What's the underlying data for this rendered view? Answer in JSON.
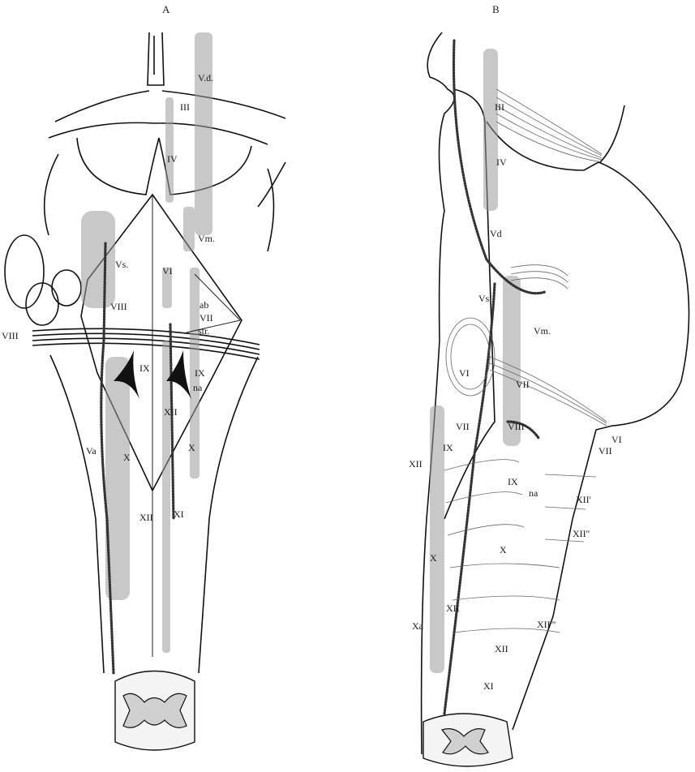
{
  "panels": {
    "a": {
      "letter": "A",
      "labels": {
        "vd": "V.d.",
        "iii": "III",
        "iv": "IV",
        "vm": "Vm.",
        "vs": "Vs.",
        "vi": "VI",
        "ab": "ab",
        "vii_str": "VII",
        "str": "str.",
        "viii_left": "VIII",
        "viii_inner": "VIII",
        "ix_left": "IX",
        "ix_right": "IX",
        "na": "na",
        "xii_upper": "XII",
        "va": "Va",
        "x_left": "X",
        "x_right": "X",
        "xii_lower": "XII",
        "xi": "XI"
      }
    },
    "b": {
      "letter": "B",
      "labels": {
        "iii": "III",
        "iv": "IV",
        "vd": "Vd",
        "vs": "Vs.",
        "vm": "Vm.",
        "vi_inner": "VI",
        "vii_inner": "VII",
        "vii_left": "VII",
        "viii": "VIII",
        "vi_right": "VI",
        "vii_right": "VII",
        "xii_far_left": "XII",
        "ix_left": "IX",
        "ix_mid": "IX",
        "na": "na",
        "xii_r1": "XII'",
        "xii_r2": "XII''",
        "x_left": "X",
        "x_mid": "X",
        "xii_mid": "XII",
        "xa": "Xa",
        "xii_r3": "XII'''",
        "xii_lower": "XII",
        "xi": "XI"
      }
    }
  }
}
